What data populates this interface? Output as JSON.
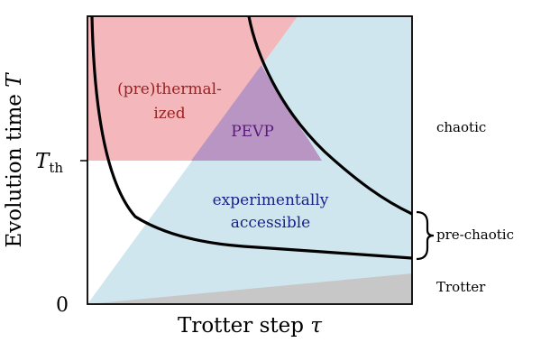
{
  "axes": {
    "y_label_main": "Evolution time ",
    "y_label_var": "T",
    "x_label_main": "Trotter step ",
    "x_label_var": "τ",
    "y_tick_threshold_main": "T",
    "y_tick_threshold_sub": "th",
    "origin_label": "0"
  },
  "regions": {
    "prethermalized_line1": "(pre)thermal-",
    "prethermalized_line2": "ized",
    "pevp": "PEVP",
    "accessible_line1": "experimentally",
    "accessible_line2": "accessible"
  },
  "side_labels": {
    "chaotic": "chaotic",
    "pre_chaotic": "pre-chaotic",
    "trotter": "Trotter"
  },
  "colors": {
    "thermalized_fill": "#f4b8bc",
    "accessible_fill": "#cfe6ee",
    "pevp_fill": "#b895c3",
    "trotter_fill": "#c7c7c7",
    "thermalized_text": "#9a1f1f",
    "pevp_text": "#5b1a7a",
    "accessible_text": "#1a1f8a",
    "curve": "#000000"
  }
}
